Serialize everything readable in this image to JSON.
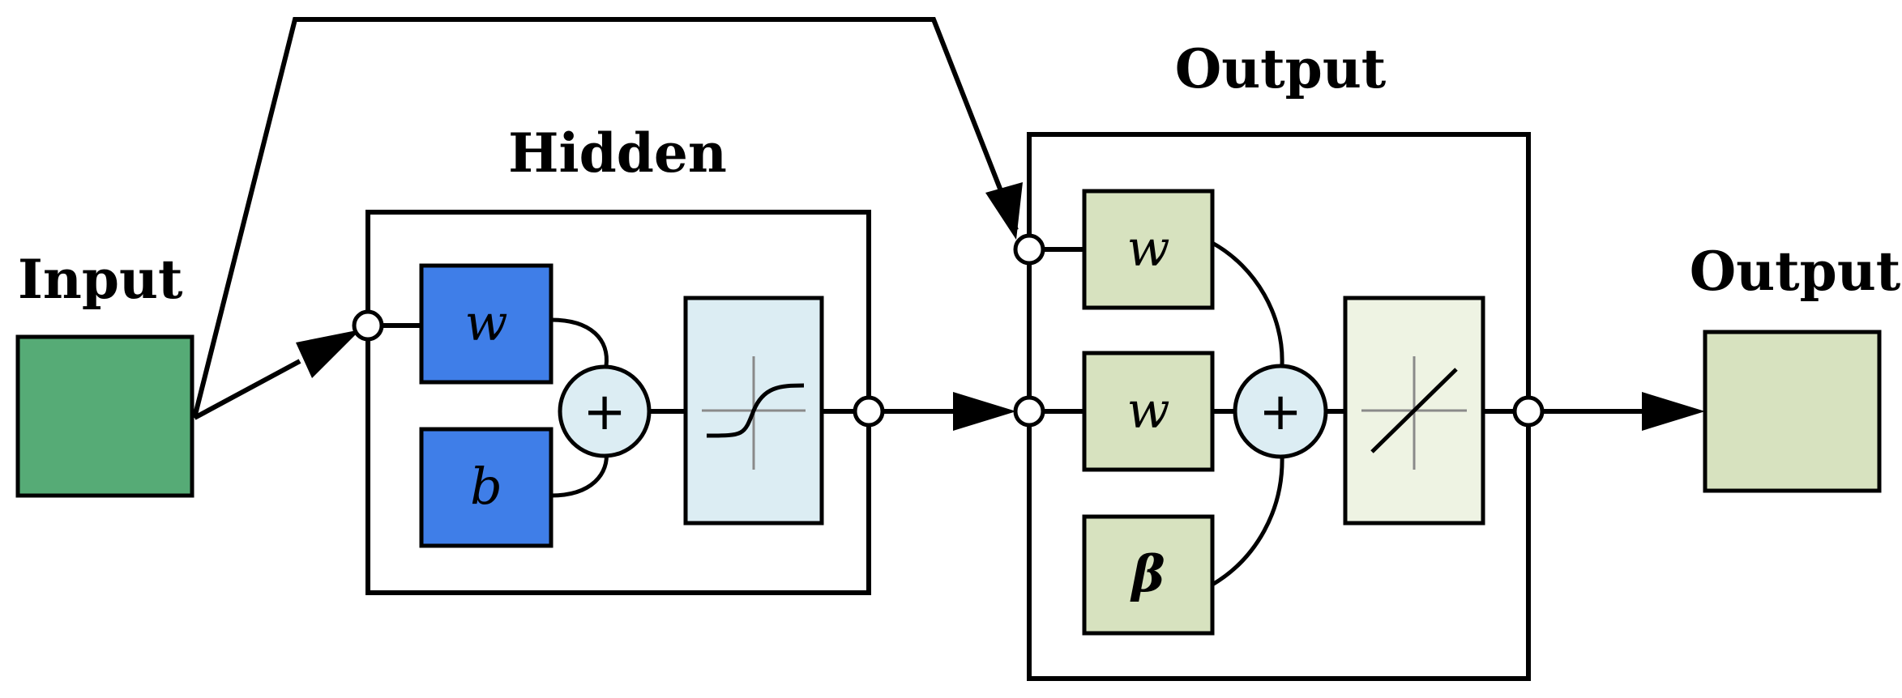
{
  "labels": {
    "input": "Input",
    "hidden": "Hidden",
    "output_layer": "Output",
    "output_node": "Output"
  },
  "hidden_layer": {
    "weight_symbol": "w",
    "bias_symbol": "b",
    "sum_symbol": "+",
    "activation": "sigmoid"
  },
  "output_layer": {
    "weight_symbols": [
      "w",
      "w"
    ],
    "beta_symbol": "β",
    "sum_symbol": "+",
    "activation": "linear"
  },
  "colors": {
    "input_box": "#56ab76",
    "hidden_weight_box": "#3f7ee8",
    "hidden_activation_box": "#dcedf3",
    "output_weight_box": "#d7e2bf",
    "output_activation_box": "#eef3e3",
    "output_node_box": "#d7e2bf",
    "sum_circle": "#dcedf3"
  }
}
